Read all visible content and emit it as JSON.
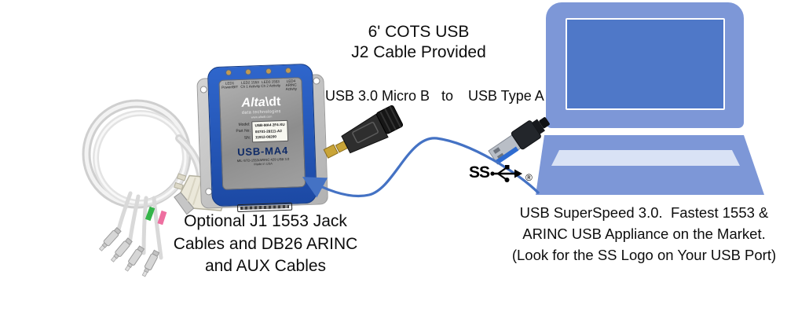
{
  "top_note": {
    "line1": "6' COTS USB",
    "line2": "J2 Cable Provided"
  },
  "connector_row": {
    "left_label": "USB 3.0 Micro B",
    "middle_label": "to",
    "right_label": "USB Type A"
  },
  "device": {
    "brand_main": "Alta",
    "brand_sep": "\\",
    "brand_suffix": "dt",
    "brand_sub": "data technologies",
    "brand_url": "www.altadt.com",
    "led_labels": [
      "LED1 Power/BIT",
      "LED2 1553 Ch 1 Activity",
      "LED3 1553 Ch 2 Activity",
      "LED4 ARINC Activity"
    ],
    "field_labels": [
      "Model:",
      "Part No:",
      "SN:"
    ],
    "field_values": [
      "USB-MA4 2F4-XU",
      "00701-28111-A2",
      "11912-00200"
    ],
    "model_name": "USB-MA4",
    "spec_line": "MIL-STD-1553/ARINC 429 USB 3.0",
    "made_in": "Made in USA"
  },
  "ss_logo": {
    "text": "SS",
    "registered": "®"
  },
  "caption_left": {
    "lines": [
      "Optional J1 1553 Jack",
      "Cables and DB26 ARINC",
      "and AUX Cables"
    ]
  },
  "caption_right": {
    "lines": [
      "USB SuperSpeed 3.0.  Fastest 1553 &",
      "ARINC USB Appliance on the Market.",
      "(Look for the SS Logo on Your USB Port)"
    ]
  },
  "colors": {
    "laptop_body": "#7D97D7",
    "laptop_screen": "#4F78C8",
    "laptop_keyboard": "#D9E2F5",
    "arrow_blue": "#4472C4",
    "device_blue": "#2456B4",
    "usb_insert_blue": "#2E6BD0",
    "text": "#0D0D0D"
  }
}
